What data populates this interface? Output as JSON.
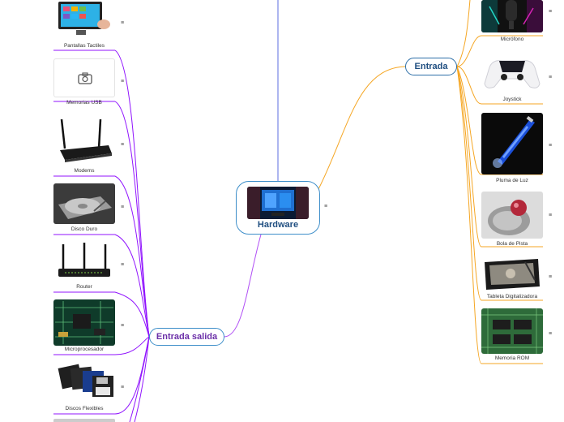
{
  "central": {
    "label": "Hardware",
    "menu_icon": "≡"
  },
  "branches": {
    "entrada": {
      "label": "Entrada",
      "color": "#f5a623"
    },
    "entrada_salida": {
      "label": "Entrada salida",
      "color": "#9013fe"
    },
    "top_line_color": "#5b6ee1"
  },
  "left_items": [
    {
      "label": "Pantallas Tactiles",
      "icon": "touchscreen-image"
    },
    {
      "label": "Memorias USB",
      "icon": "camera-placeholder-icon"
    },
    {
      "label": "Modems",
      "icon": "router-image"
    },
    {
      "label": "Disco Duro",
      "icon": "hard-disk-image"
    },
    {
      "label": "Router",
      "icon": "router-image"
    },
    {
      "label": "Microprocesador",
      "icon": "circuit-board-image"
    },
    {
      "label": "Discos Flexibles",
      "icon": "floppy-disks-image"
    }
  ],
  "right_items": [
    {
      "label": "Micrófono",
      "icon": "microphone-image"
    },
    {
      "label": "Joystick",
      "icon": "gamepad-image"
    },
    {
      "label": "Pluma de Luz",
      "icon": "light-pen-image"
    },
    {
      "label": "Bola de Pista",
      "icon": "trackball-image"
    },
    {
      "label": "Tableta Digitalizadora",
      "icon": "drawing-tablet-image"
    },
    {
      "label": "Memoria ROM",
      "icon": "rom-chip-image"
    }
  ],
  "menu_icon": "≡"
}
